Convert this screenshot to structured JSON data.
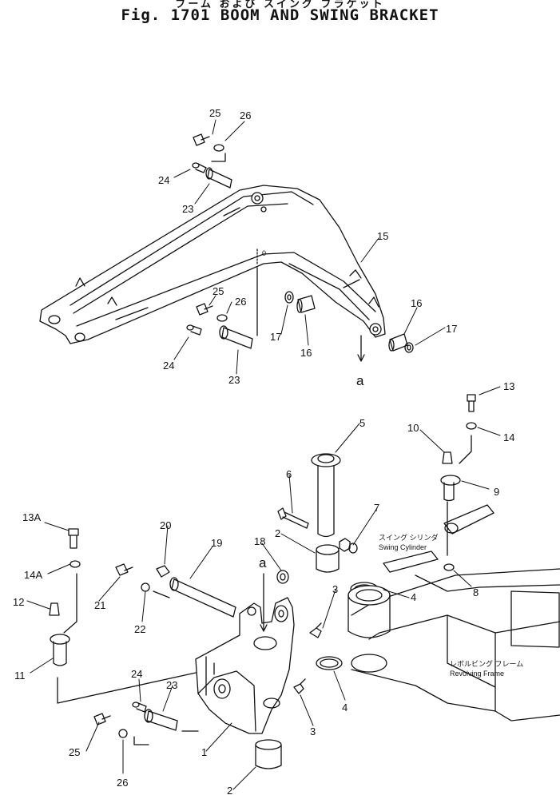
{
  "figure": {
    "subtitle_jp": "ブーム および スイング ブラケット",
    "title": "Fig. 1701 BOOM AND SWING BRACKET"
  },
  "callouts": {
    "c25a": "25",
    "c26a": "26",
    "c24a": "24",
    "c23a": "23",
    "c15": "15",
    "c25b": "25",
    "c26b": "26",
    "c24b": "24",
    "c23b": "23",
    "c17a": "17",
    "c16a": "16",
    "c16b": "16",
    "c17b": "17",
    "ref_a_top": "a",
    "c13": "13",
    "c14": "14",
    "c10": "10",
    "c9": "9",
    "c5": "5",
    "c6": "6",
    "c7": "7",
    "c2a": "2",
    "c18": "18",
    "c19": "19",
    "c20": "20",
    "c13A": "13A",
    "c14A": "14A",
    "c12": "12",
    "c11": "11",
    "c21": "21",
    "c22": "22",
    "c8": "8",
    "c3a": "3",
    "c4a": "4",
    "ref_a_mid": "a",
    "c4b": "4",
    "c3b": "3",
    "c24c": "24",
    "c23c": "23",
    "c1": "1",
    "c25c": "25",
    "c26c": "26",
    "c2b": "2"
  },
  "notes": {
    "swing_cyl_jp": "スイング シリンダ",
    "swing_cyl": "Swing Cylinder",
    "rev_frame_jp": "レボルビング フレーム",
    "rev_frame": "Revolving Frame",
    "boom_marking": "0"
  }
}
